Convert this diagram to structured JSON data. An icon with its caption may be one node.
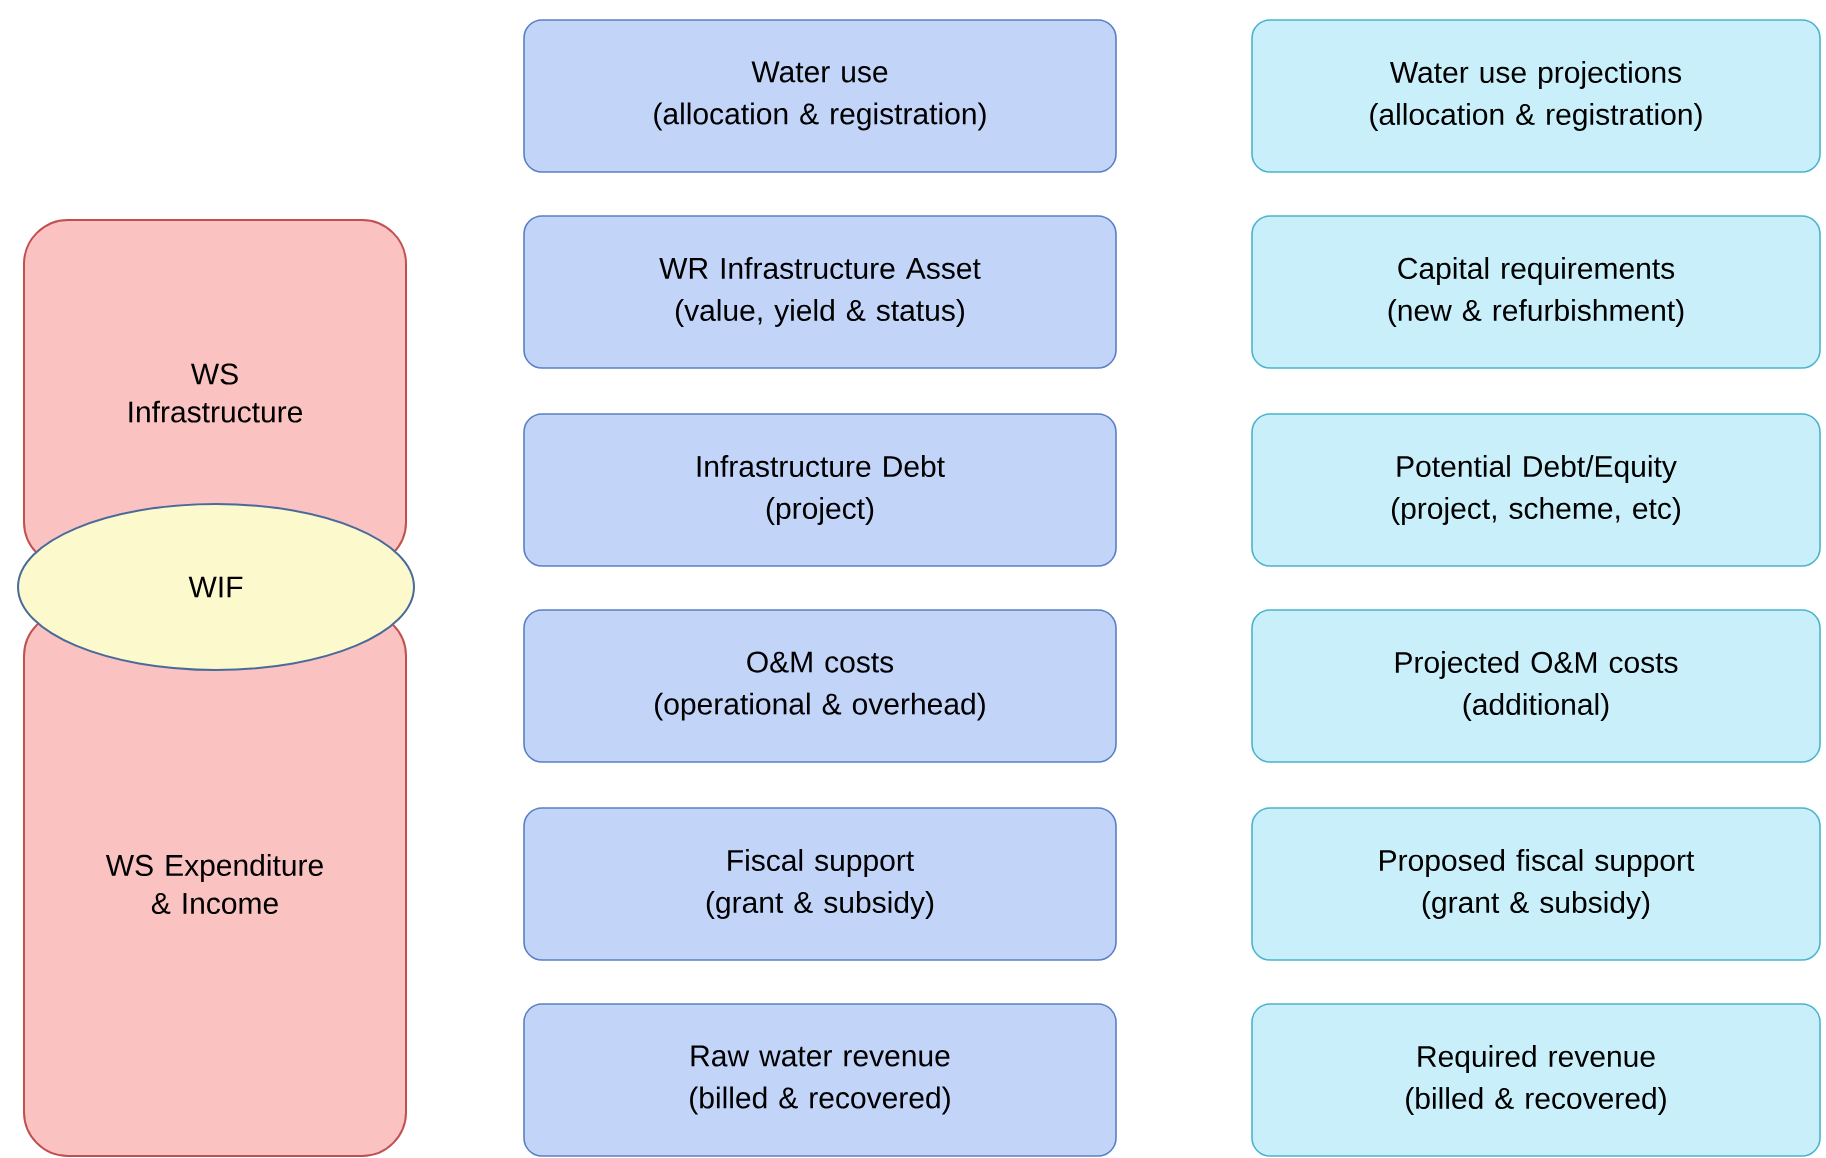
{
  "diagram": {
    "nodes": [
      {
        "text": [
          "WS Infrastructure"
        ]
      },
      {
        "text": [
          "WIF"
        ]
      },
      {
        "text": [
          "WS Expenditure & Income"
        ]
      },
      {
        "text": [
          "Water use",
          "(allocation & registration)"
        ]
      },
      {
        "text": [
          "WR Infrastructure Asset",
          "(value, yield & status)"
        ]
      },
      {
        "text": [
          "Infrastructure Debt",
          "(project)"
        ]
      },
      {
        "text": [
          "O&M costs",
          "(operational & overhead)"
        ]
      },
      {
        "text": [
          "Fiscal support",
          "(grant & subsidy)"
        ]
      },
      {
        "text": [
          "Raw water revenue",
          "(billed & recovered)"
        ]
      },
      {
        "text": [
          "Water use projections",
          "(allocation & registration)"
        ]
      },
      {
        "text": [
          "Capital requirements",
          "(new & refurbishment)"
        ]
      },
      {
        "text": [
          "Potential Debt/Equity",
          "(project, scheme, etc)"
        ]
      },
      {
        "text": [
          "Projected O&M costs",
          "(additional)"
        ]
      },
      {
        "text": [
          "Proposed fiscal support",
          "(grant & subsidy)"
        ]
      },
      {
        "text": [
          "Required revenue",
          "(billed & recovered)"
        ]
      }
    ]
  }
}
